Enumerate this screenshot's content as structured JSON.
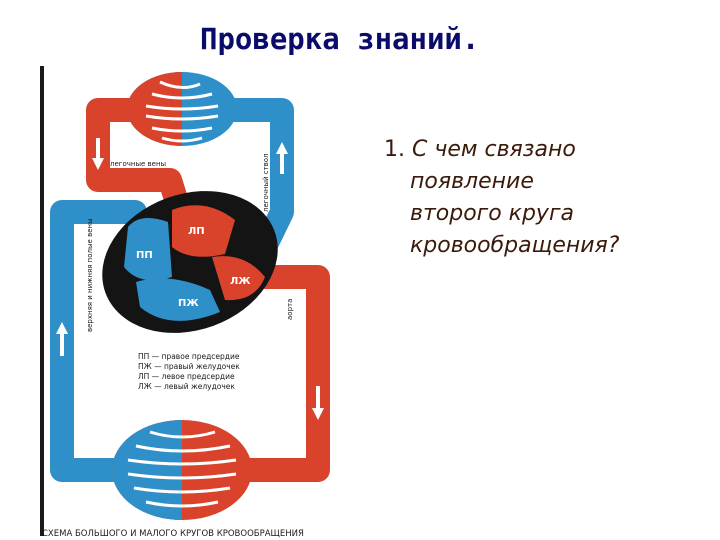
{
  "title": "Проверка знаний.",
  "question": {
    "number": "1.",
    "lines": [
      "С чем связано",
      "появление",
      "второго круга",
      "кровообращения?"
    ]
  },
  "diagram": {
    "vessel_labels": {
      "pulmonary_veins": "легочные вены",
      "pulmonary_trunk": "легочный ствол",
      "vena_cava": "верхняя и нижняя полые вены",
      "aorta": "аорта"
    },
    "chambers": {
      "ra": "ПП",
      "rv": "ПЖ",
      "la": "ЛП",
      "lv": "ЛЖ"
    },
    "legend": [
      "ПП — правое предсердие",
      "ПЖ — правый желудочек",
      "ЛП — левое предсердие",
      "ЛЖ — левый желудочек"
    ],
    "caption": "СХЕМА БОЛЬШОГО И МАЛОГО КРУГОВ КРОВООБРАЩЕНИЯ"
  },
  "colors": {
    "artery_red": "#d9432c",
    "vein_blue": "#2f8fc9",
    "heart_dark": "#141414",
    "title": "#0b0b6b"
  }
}
